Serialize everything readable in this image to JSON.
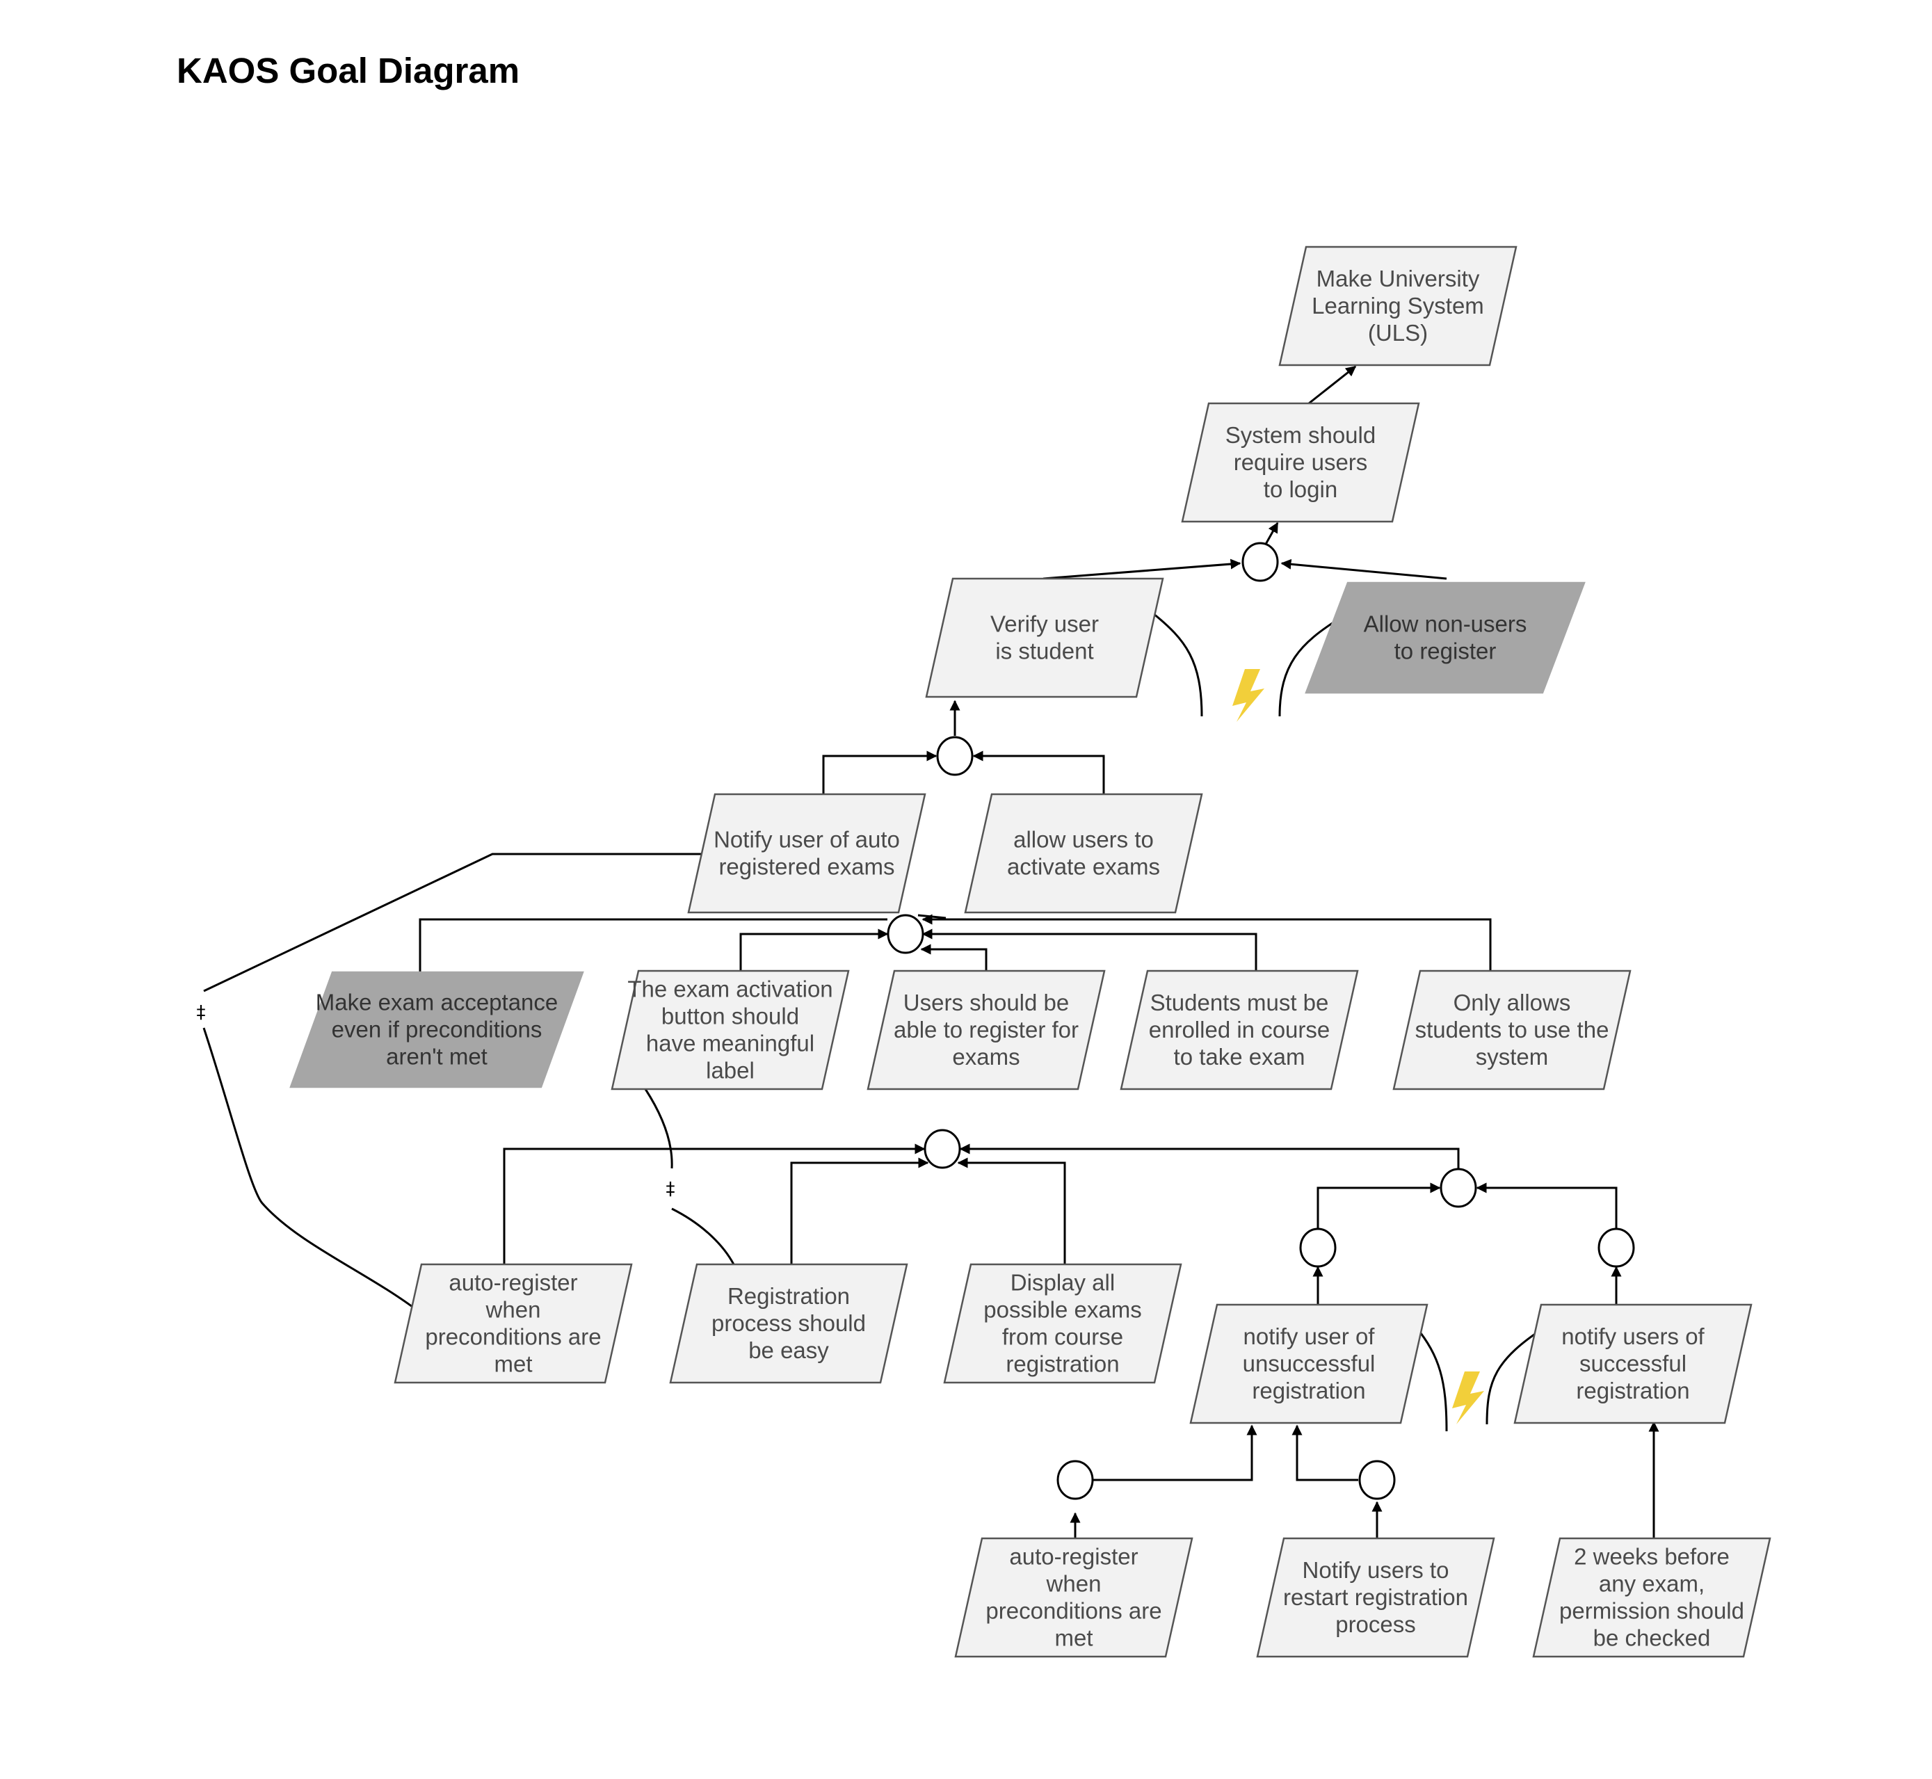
{
  "title": "KAOS Goal Diagram",
  "colors": {
    "goal_fill": "#f2f2f2",
    "obstacle_fill": "#a6a6a6",
    "conflict_bolt": "#f2cf3a",
    "line": "#000000"
  },
  "goals": {
    "uls": [
      "Make University",
      "Learning System",
      "(ULS)"
    ],
    "login": [
      "System should",
      "require users",
      "to login"
    ],
    "verify": [
      "Verify user",
      "is student"
    ],
    "nonusers": [
      "Allow non-users",
      "to register"
    ],
    "notify_auto": [
      "Notify user of auto",
      "registered exams"
    ],
    "activate": [
      "allow users to",
      "activate exams"
    ],
    "acceptance": [
      "Make exam acceptance",
      "even if preconditions",
      "aren't met"
    ],
    "button": [
      "The exam activation",
      "button should",
      "have meaningful",
      "label"
    ],
    "register": [
      "Users should be",
      "able to register for",
      "exams"
    ],
    "enrolled": [
      "Students must be",
      "enrolled in course",
      "to take exam"
    ],
    "only": [
      "Only allows",
      "students to use the",
      "system"
    ],
    "autoreg": [
      "auto-register",
      "when",
      "preconditions are",
      "met"
    ],
    "easy": [
      "Registration",
      "process should",
      "be easy"
    ],
    "display": [
      "Display all",
      "possible exams",
      "from course",
      "registration"
    ],
    "unsuccess": [
      "notify user of",
      "unsuccessful",
      "registration"
    ],
    "success": [
      "notify users of",
      "successful",
      "registration"
    ],
    "autoreg2": [
      "auto-register",
      "when",
      "preconditions are",
      "met"
    ],
    "restart": [
      "Notify users to",
      "restart registration",
      "process"
    ],
    "twoweeks": [
      "2 weeks before",
      "any exam,",
      "permission should",
      "be checked"
    ]
  },
  "relation_marks": {
    "left": "‡",
    "middle": "‡"
  }
}
